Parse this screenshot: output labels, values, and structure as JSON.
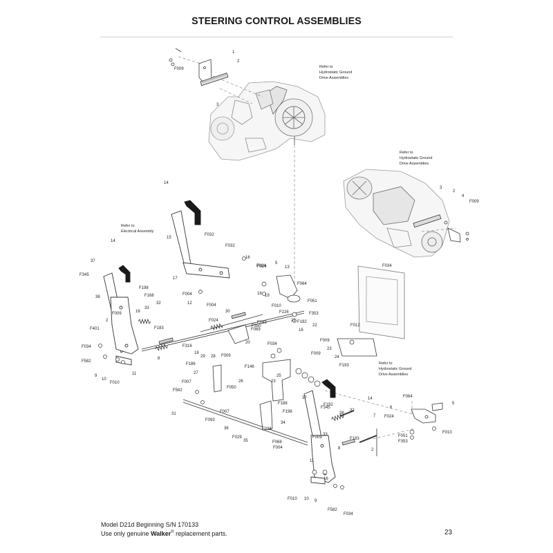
{
  "title": "STEERING CONTROL ASSEMBLIES",
  "footer": {
    "model": "Model D21d Beginning S/N 170133",
    "note_prefix": "Use only genuine ",
    "brand": "Walker",
    "reg_mark": "®",
    "note_suffix": " replacement parts."
  },
  "page_number": "23",
  "callouts": {
    "refer_top": [
      "Refer to",
      "Hydrostatic Ground",
      "Drive Assemblies"
    ],
    "refer_right": [
      "Refer to",
      "Hydrostatic Ground",
      "Drive Assemblies"
    ],
    "refer_electrical": [
      "Refer to",
      "Electrical Assembly"
    ],
    "refer_bottom": [
      "Refer to",
      "Hydrostatic Ground",
      "Drive Assemblies"
    ]
  },
  "part_labels": [
    {
      "text": "1"
    },
    {
      "text": "2"
    },
    {
      "text": "F009"
    },
    {
      "text": "3"
    },
    {
      "text": "3"
    },
    {
      "text": "2"
    },
    {
      "text": "4"
    },
    {
      "text": "F009"
    },
    {
      "text": "14"
    },
    {
      "text": "15"
    },
    {
      "text": "F032"
    },
    {
      "text": "F032"
    },
    {
      "text": "16"
    },
    {
      "text": "14"
    },
    {
      "text": "37"
    },
    {
      "text": "F345"
    },
    {
      "text": "38"
    },
    {
      "text": "F198"
    },
    {
      "text": "F168"
    },
    {
      "text": "32"
    },
    {
      "text": "33"
    },
    {
      "text": "F009"
    },
    {
      "text": "16"
    },
    {
      "text": "2"
    },
    {
      "text": "F401"
    },
    {
      "text": "F183"
    },
    {
      "text": "F034"
    },
    {
      "text": "F582"
    },
    {
      "text": "9"
    },
    {
      "text": "10"
    },
    {
      "text": "F010"
    },
    {
      "text": "11"
    },
    {
      "text": "8"
    },
    {
      "text": "17"
    },
    {
      "text": "F004"
    },
    {
      "text": "12"
    },
    {
      "text": "F004"
    },
    {
      "text": "F024"
    },
    {
      "text": "30"
    },
    {
      "text": "F024"
    },
    {
      "text": "F316"
    },
    {
      "text": "18"
    },
    {
      "text": "29"
    },
    {
      "text": "28"
    },
    {
      "text": "F186"
    },
    {
      "text": "27"
    },
    {
      "text": "F007"
    },
    {
      "text": "F582"
    },
    {
      "text": "F050"
    },
    {
      "text": "26"
    },
    {
      "text": "F146"
    },
    {
      "text": "F009"
    },
    {
      "text": "20"
    },
    {
      "text": "F069"
    },
    {
      "text": "F183"
    },
    {
      "text": "F350"
    },
    {
      "text": "21"
    },
    {
      "text": "F024"
    },
    {
      "text": "5"
    },
    {
      "text": "13"
    },
    {
      "text": "18"
    },
    {
      "text": "19"
    },
    {
      "text": "F010"
    },
    {
      "text": "F226"
    },
    {
      "text": "F064"
    },
    {
      "text": "F051"
    },
    {
      "text": "F353"
    },
    {
      "text": "F182"
    },
    {
      "text": "22"
    },
    {
      "text": "16"
    },
    {
      "text": "F034"
    },
    {
      "text": "F012"
    },
    {
      "text": "F034"
    },
    {
      "text": "F009"
    },
    {
      "text": "23"
    },
    {
      "text": "F009"
    },
    {
      "text": "24"
    },
    {
      "text": "F193"
    },
    {
      "text": "25"
    },
    {
      "text": "23"
    },
    {
      "text": "F188"
    },
    {
      "text": "37"
    },
    {
      "text": "F192"
    },
    {
      "text": "14"
    },
    {
      "text": "F198"
    },
    {
      "text": "F345"
    },
    {
      "text": "38"
    },
    {
      "text": "32"
    },
    {
      "text": "34"
    },
    {
      "text": "33"
    },
    {
      "text": "F009"
    },
    {
      "text": "F183"
    },
    {
      "text": "7"
    },
    {
      "text": "F024"
    },
    {
      "text": "F064"
    },
    {
      "text": "6"
    },
    {
      "text": "5"
    },
    {
      "text": "F010"
    },
    {
      "text": "F051"
    },
    {
      "text": "F353"
    },
    {
      "text": "2"
    },
    {
      "text": "31"
    },
    {
      "text": "F007"
    },
    {
      "text": "F093"
    },
    {
      "text": "36"
    },
    {
      "text": "F038"
    },
    {
      "text": "F029"
    },
    {
      "text": "35"
    },
    {
      "text": "F004"
    },
    {
      "text": "F068"
    },
    {
      "text": "16"
    },
    {
      "text": "8"
    },
    {
      "text": "11"
    },
    {
      "text": "F010"
    },
    {
      "text": "10"
    },
    {
      "text": "9"
    },
    {
      "text": "F582"
    },
    {
      "text": "F034"
    }
  ]
}
